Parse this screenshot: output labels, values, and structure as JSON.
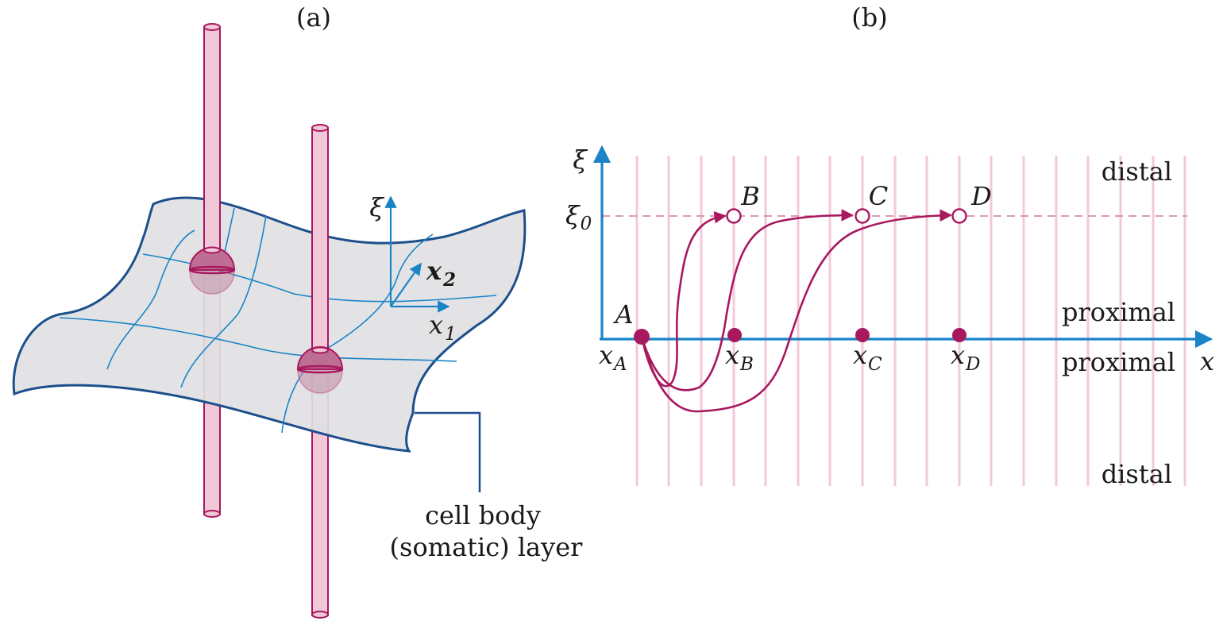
{
  "panel_a": {
    "label": "(a)",
    "axis_xi": "ξ",
    "axis_x1": "x",
    "axis_x1_sub": "1",
    "axis_x2": "x",
    "axis_x2_sub": "2",
    "callout_line1": "cell body",
    "callout_line2": "(somatic) layer"
  },
  "panel_b": {
    "label": "(b)",
    "axis_y": "ξ",
    "xi0": "ξ",
    "xi0_sub": "0",
    "axis_x": "x",
    "point_A": "A",
    "point_B": "B",
    "point_C": "C",
    "point_D": "D",
    "x": "x",
    "xA_sub": "A",
    "xB_sub": "B",
    "xC_sub": "C",
    "xD_sub": "D",
    "distal_top": "distal",
    "proximal_top": "proximal",
    "proximal_bottom": "proximal",
    "distal_bottom": "distal"
  },
  "colors": {
    "blue": "#1a84c7",
    "surface_edge": "#1c4f8c",
    "magenta": "#a8185e",
    "column_fill": "#f0c8d7",
    "column_line": "#f3c9d8",
    "sheet_fill": "#e1e1e3"
  }
}
